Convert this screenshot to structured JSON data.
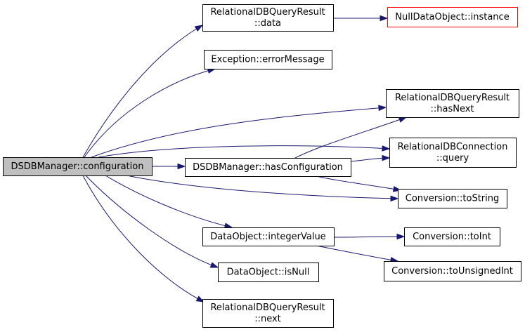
{
  "nodes": {
    "root": {
      "lines": [
        "DSDBManager::configuration"
      ]
    },
    "rdbqr_data": {
      "lines": [
        "RelationalDBQueryResult",
        "::data"
      ]
    },
    "null_instance": {
      "lines": [
        "NullDataObject::instance"
      ]
    },
    "exception_msg": {
      "lines": [
        "Exception::errorMessage"
      ]
    },
    "rdbqr_hasnext": {
      "lines": [
        "RelationalDBQueryResult",
        "::hasNext"
      ]
    },
    "rdbconn_query": {
      "lines": [
        "RelationalDBConnection",
        "::query"
      ]
    },
    "has_config": {
      "lines": [
        "DSDBManager::hasConfiguration"
      ]
    },
    "conv_tostring": {
      "lines": [
        "Conversion::toString"
      ]
    },
    "do_integervalue": {
      "lines": [
        "DataObject::integerValue"
      ]
    },
    "conv_toint": {
      "lines": [
        "Conversion::toInt"
      ]
    },
    "conv_tounsigned": {
      "lines": [
        "Conversion::toUnsignedInt"
      ]
    },
    "do_isnull": {
      "lines": [
        "DataObject::isNull"
      ]
    },
    "rdbqr_next": {
      "lines": [
        "RelationalDBQueryResult",
        "::next"
      ]
    }
  },
  "edges": [
    {
      "from": "root",
      "to": "rdbqr_data"
    },
    {
      "from": "rdbqr_data",
      "to": "null_instance"
    },
    {
      "from": "root",
      "to": "exception_msg"
    },
    {
      "from": "root",
      "to": "rdbqr_hasnext"
    },
    {
      "from": "root",
      "to": "rdbconn_query"
    },
    {
      "from": "root",
      "to": "has_config"
    },
    {
      "from": "has_config",
      "to": "rdbqr_hasnext"
    },
    {
      "from": "has_config",
      "to": "rdbconn_query"
    },
    {
      "from": "has_config",
      "to": "conv_tostring"
    },
    {
      "from": "root",
      "to": "conv_tostring"
    },
    {
      "from": "root",
      "to": "do_integervalue"
    },
    {
      "from": "do_integervalue",
      "to": "conv_toint"
    },
    {
      "from": "do_integervalue",
      "to": "conv_tounsigned"
    },
    {
      "from": "root",
      "to": "do_isnull"
    },
    {
      "from": "root",
      "to": "rdbqr_next"
    }
  ],
  "colors": {
    "edge": "#191970",
    "root_fill": "#bfbfbf",
    "highlight_border": "#ff0000"
  }
}
